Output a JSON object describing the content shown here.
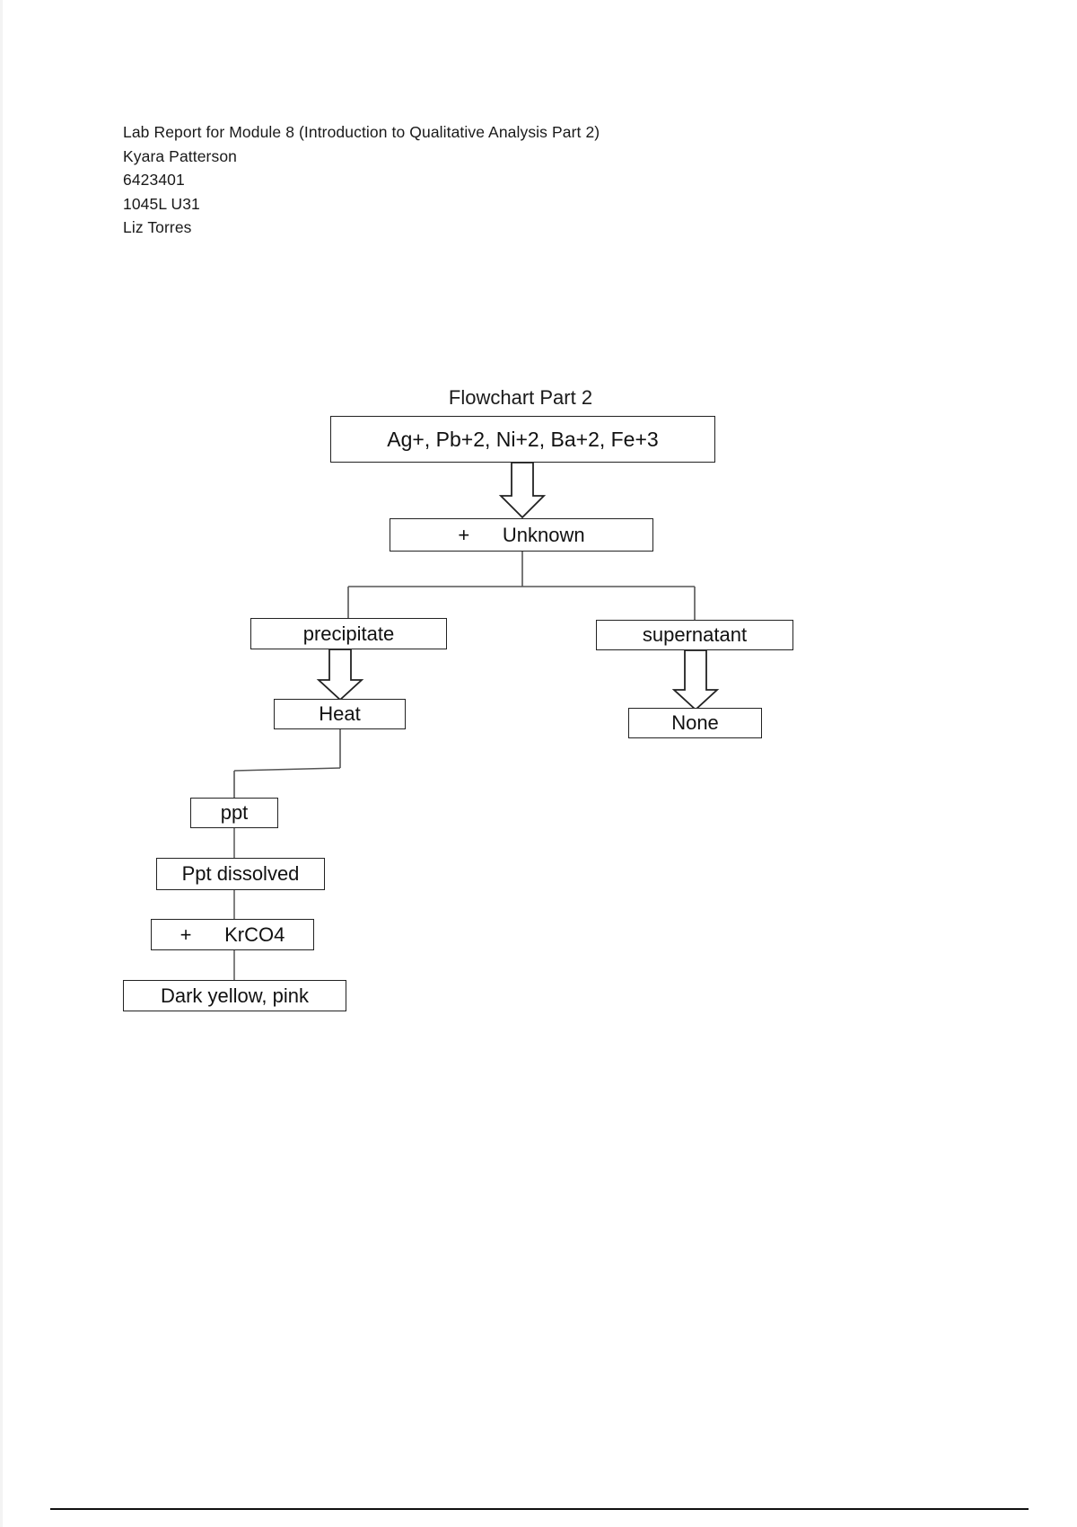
{
  "document": {
    "header_lines": [
      "Lab Report for Module 8 (Introduction to Qualitative Analysis Part 2)",
      "Kyara Patterson",
      "6423401",
      "1045L U31",
      "Liz Torres"
    ],
    "header": {
      "title_line": "Lab Report for Module 8 (Introduction to Qualitative Analysis Part 2)",
      "student_name": "Kyara Patterson",
      "student_id": "6423401",
      "section": "1045L U31",
      "instructor": "Liz Torres"
    }
  },
  "flowchart": {
    "title": "Flowchart Part 2",
    "nodes": {
      "ions": "Ag+, Pb+2, Ni+2, Ba+2, Fe+3",
      "unknown": "+      Unknown",
      "precipitate": "precipitate",
      "supernatant": "supernatant",
      "heat": "Heat",
      "none": "None",
      "ppt": "ppt",
      "ppt_dissolved": "Ppt dissolved",
      "krco4": "+      KrCO4",
      "result": "Dark yellow, pink"
    },
    "colors": {
      "line": "#222222",
      "text": "#111111",
      "background": "#ffffff"
    }
  }
}
